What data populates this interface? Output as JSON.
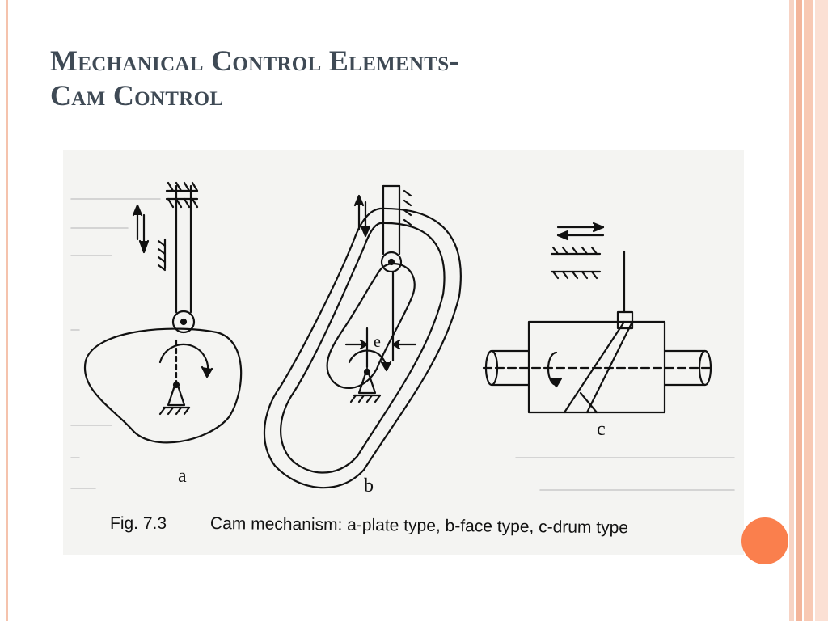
{
  "slide": {
    "title_line1": "Mechanical Control Elements-",
    "title_line2": "Cam Control"
  },
  "figure": {
    "label_a": "a",
    "label_b": "b",
    "label_c": "c",
    "label_e": "e",
    "caption_number": "Fig. 7.3",
    "caption_text": "Cam mechanism: a-plate type, b-face type, c-drum type"
  },
  "colors": {
    "title": "#3f4a55",
    "accent": "#fa7f4d",
    "border": "#f3b59b"
  }
}
